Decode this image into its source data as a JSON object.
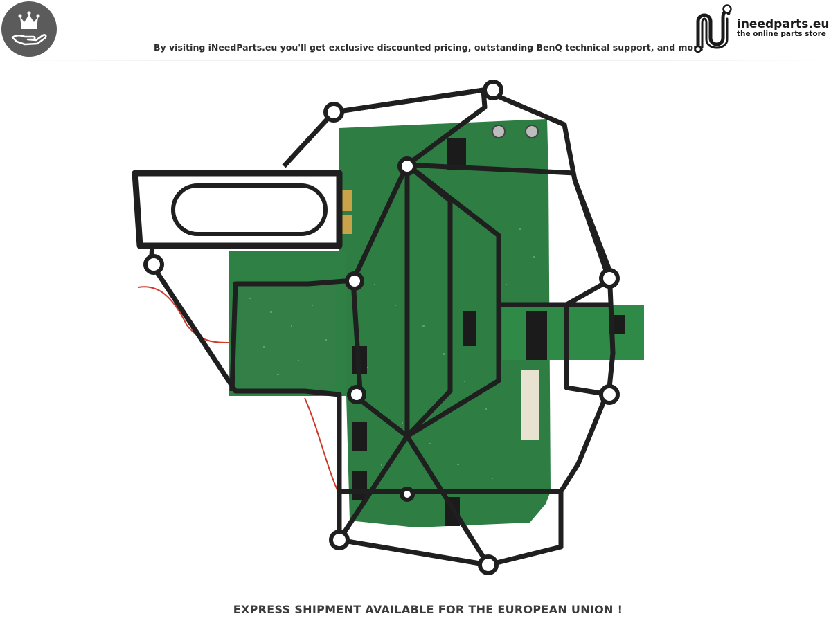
{
  "header": {
    "badge_icon": "crown-hand-icon",
    "tagline": "By visiting iNeedParts.eu you'll get exclusive discounted pricing, outstanding BenQ technical support, and more"
  },
  "logo": {
    "icon": "n-cable-logo-icon",
    "name": "ineedparts.eu",
    "slogan": "the online parts store"
  },
  "product": {
    "image_subject": "pcb-board-with-black-frame",
    "colors": {
      "pcb": "#2e7d43",
      "frame": "#1f1f1f",
      "wire": "#d23a2a"
    }
  },
  "footer": {
    "text": "EXPRESS SHIPMENT AVAILABLE FOR THE EUROPEAN UNION !"
  }
}
